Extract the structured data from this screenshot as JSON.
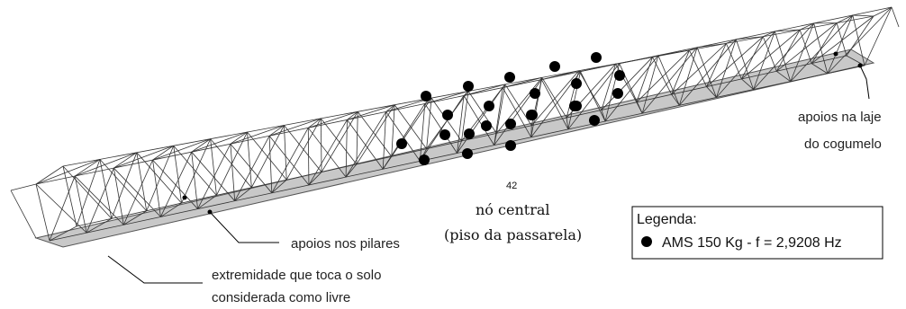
{
  "labels": {
    "node_number": "42",
    "central_node_line1": "nó central",
    "central_node_line2": "(piso da passarela)",
    "supports_slab_line1": "apoios na laje",
    "supports_slab_line2": "do cogumelo",
    "supports_pillars": "apoios nos pilares",
    "free_end_line1": "extremidade que toca o solo",
    "free_end_line2": "considerada como livre"
  },
  "legend": {
    "title": "Legenda:",
    "item": "AMS 150 Kg - f = 2,9208 Hz"
  },
  "colors": {
    "structure": "#333333",
    "deck_fill": "#c8c8c8",
    "marker": "#000000"
  }
}
